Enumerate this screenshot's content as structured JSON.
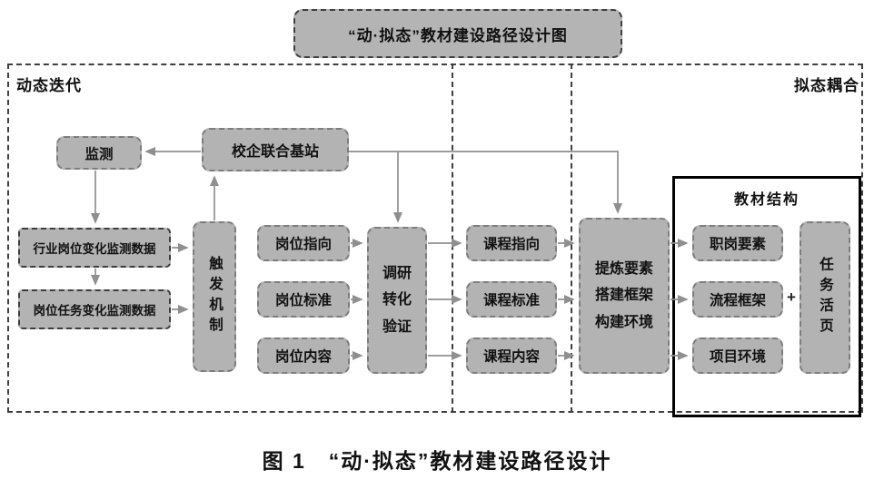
{
  "title_box": "“动·拟态”教材建设路径设计图",
  "caption": "图 1　“动·拟态”教材建设路径设计",
  "regions": {
    "left": "动态迭代",
    "right": "拟态耦合"
  },
  "structure": {
    "label": "教材结构",
    "plus": "+"
  },
  "nodes": {
    "monitor": "监测",
    "base_station": "校企联合基站",
    "industry_data": "行业岗位变化监测数据",
    "task_data": "岗位任务变化监测数据",
    "trigger": "触发机制",
    "post_direction": "岗位指向",
    "post_standard": "岗位标准",
    "post_content": "岗位内容",
    "verify": "调研\n转化\n验证",
    "course_direction": "课程指向",
    "course_standard": "课程标准",
    "course_content": "课程内容",
    "refine": "提炼要素\n搭建框架\n构建环境",
    "job_elements": "职岗要素",
    "process_frame": "流程框架",
    "project_env": "项目环境",
    "task_sheet": "任务活页"
  },
  "colors": {
    "node_fill": "#b3b3b3",
    "frame_dash": "#3f3f3f",
    "arrow": "#8f8f8f",
    "structure_border": "#000000"
  }
}
